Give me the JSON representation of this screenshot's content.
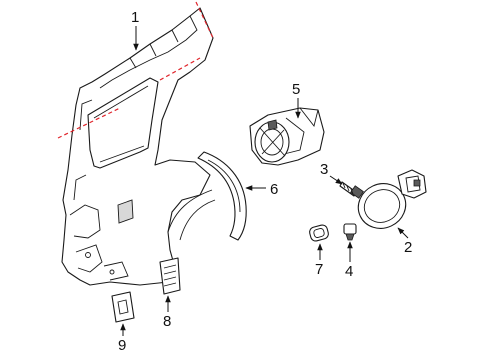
{
  "diagram": {
    "callouts": [
      {
        "id": "1",
        "text": "1"
      },
      {
        "id": "2",
        "text": "2"
      },
      {
        "id": "3",
        "text": "3"
      },
      {
        "id": "4",
        "text": "4"
      },
      {
        "id": "5",
        "text": "5"
      },
      {
        "id": "6",
        "text": "6"
      },
      {
        "id": "7",
        "text": "7"
      },
      {
        "id": "8",
        "text": "8"
      },
      {
        "id": "9",
        "text": "9"
      }
    ],
    "colors": {
      "lines": "#1a1a1a",
      "cut_lines": "#e0242b",
      "background": "#ffffff"
    }
  }
}
